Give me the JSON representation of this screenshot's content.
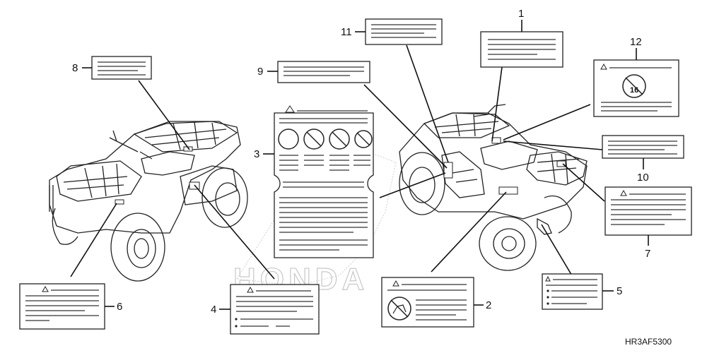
{
  "diagram": {
    "code": "HR3AF5300",
    "watermark": "HONDA",
    "callouts": [
      {
        "id": "c1",
        "label": "1"
      },
      {
        "id": "c2",
        "label": "2"
      },
      {
        "id": "c3",
        "label": "3"
      },
      {
        "id": "c4",
        "label": "4"
      },
      {
        "id": "c5",
        "label": "5"
      },
      {
        "id": "c6",
        "label": "6"
      },
      {
        "id": "c7",
        "label": "7"
      },
      {
        "id": "c8",
        "label": "8"
      },
      {
        "id": "c9",
        "label": "9"
      },
      {
        "id": "c10",
        "label": "10"
      },
      {
        "id": "c11",
        "label": "11"
      },
      {
        "id": "c12",
        "label": "12"
      }
    ],
    "label12_badge": "16"
  }
}
